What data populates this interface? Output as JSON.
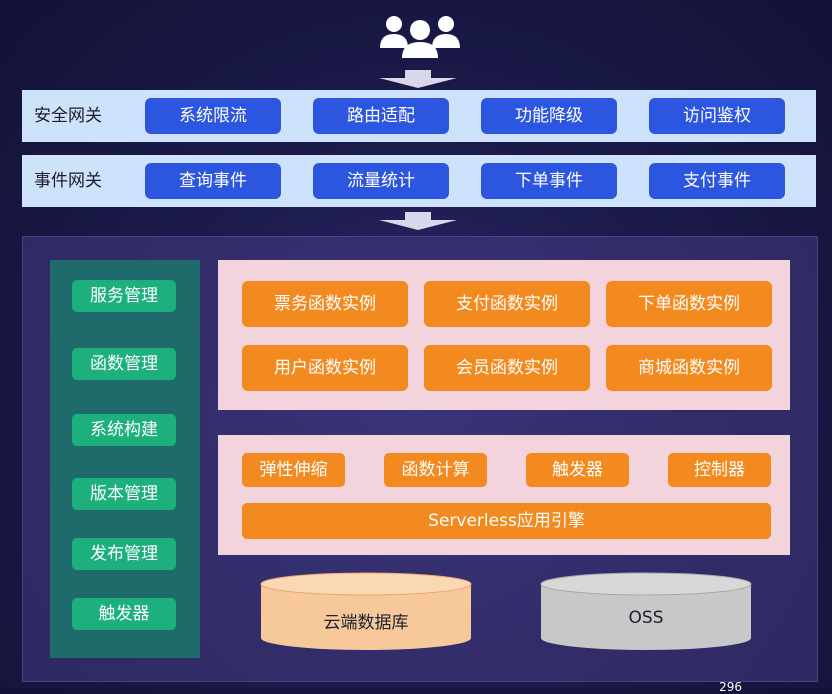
{
  "colors": {
    "gateway_bar": "#cfe2fb",
    "gateway_button": "#2d56e0",
    "sidebar_bg": "#1f6a6a",
    "sidebar_button": "#1db07c",
    "panel_pink": "#f3d4dc",
    "orange_block": "#f28a1f",
    "db_cylinder": "#f7c99a",
    "oss_cylinder": "#c8c8c8"
  },
  "icons": {
    "top": "users-group-icon",
    "arrows": "down-arrow-icon"
  },
  "security_gateway": {
    "label": "安全网关",
    "items": [
      "系统限流",
      "路由适配",
      "功能降级",
      "访问鉴权"
    ]
  },
  "event_gateway": {
    "label": "事件网关",
    "items": [
      "查询事件",
      "流量统计",
      "下单事件",
      "支付事件"
    ]
  },
  "sidebar": {
    "items": [
      "服务管理",
      "函数管理",
      "系统构建",
      "版本管理",
      "发布管理",
      "触发器"
    ]
  },
  "function_instances": {
    "items": [
      "票务函数实例",
      "支付函数实例",
      "下单函数实例",
      "用户函数实例",
      "会员函数实例",
      "商城函数实例"
    ]
  },
  "engine": {
    "features": [
      "弹性伸缩",
      "函数计算",
      "触发器",
      "控制器"
    ],
    "title": "Serverless应用引擎"
  },
  "storage": {
    "database": "云端数据库",
    "oss": "OSS"
  },
  "page_number": "296"
}
